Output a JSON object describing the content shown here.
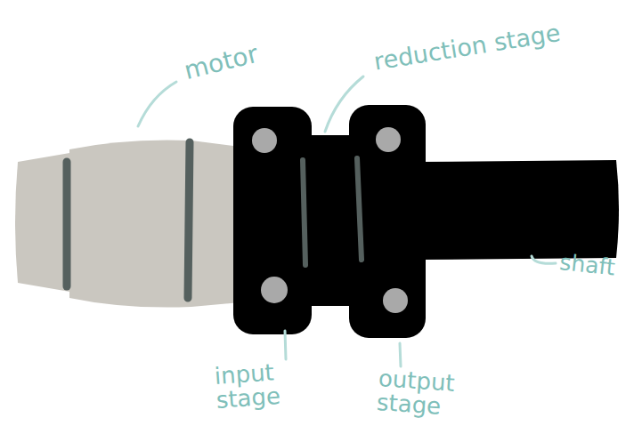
{
  "diagram": {
    "labels": [
      "motor",
      "reduction stage",
      "shaft",
      "input stage",
      "output stage"
    ]
  }
}
